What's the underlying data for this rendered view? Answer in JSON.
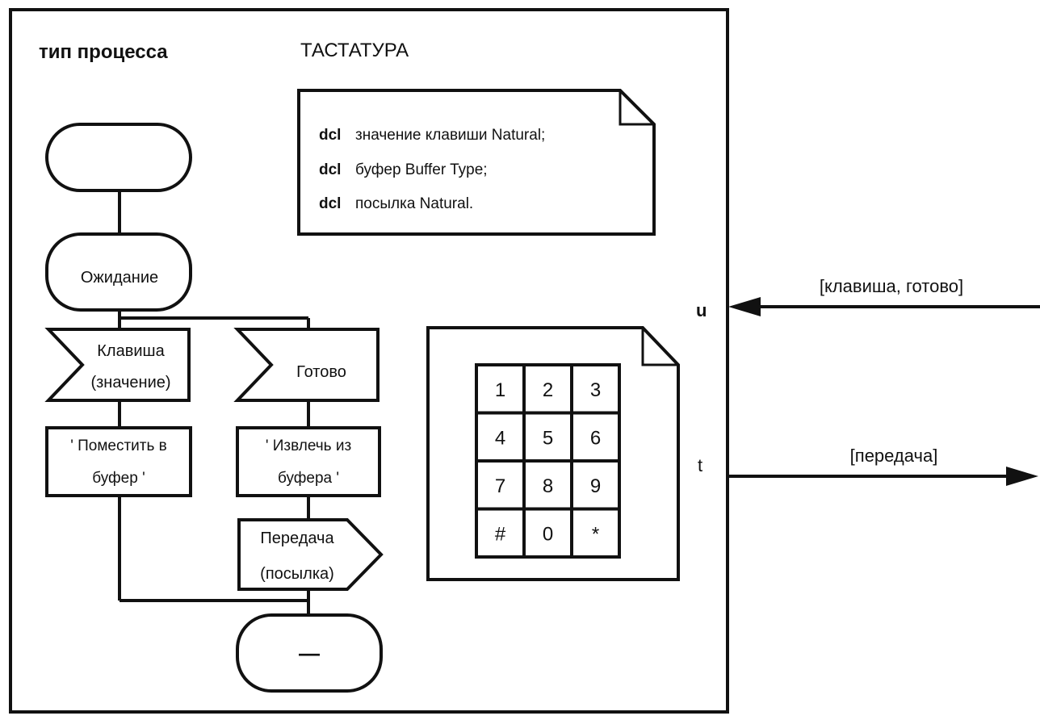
{
  "process_type_label": "тип процесса",
  "process_name": "ТАСТАТУРА",
  "declarations": [
    {
      "keyword": "dcl",
      "text": "значение клавиши Natural;"
    },
    {
      "keyword": "dcl",
      "text": "буфер Buffer Type;"
    },
    {
      "keyword": "dcl",
      "text": "посылка Natural."
    }
  ],
  "flow": {
    "start_state": "",
    "wait_state": "Ожидание",
    "input_key_line1": "Клавиша",
    "input_key_line2": "(значение)",
    "input_ready": "Готово",
    "task_put_line1": "' Поместить в",
    "task_put_line2": "буфер '",
    "task_get_line1": "' Извлечь из",
    "task_get_line2": "буфера '",
    "output_line1": "Передача",
    "output_line2": "(посылка)",
    "end_state": "—"
  },
  "keypad": [
    "1",
    "2",
    "3",
    "4",
    "5",
    "6",
    "7",
    "8",
    "9",
    "#",
    "0",
    "*"
  ],
  "ports": {
    "u": {
      "name": "u",
      "signals": "[клавиша, готово]"
    },
    "t": {
      "name": "t",
      "signals": "[передача]"
    }
  }
}
